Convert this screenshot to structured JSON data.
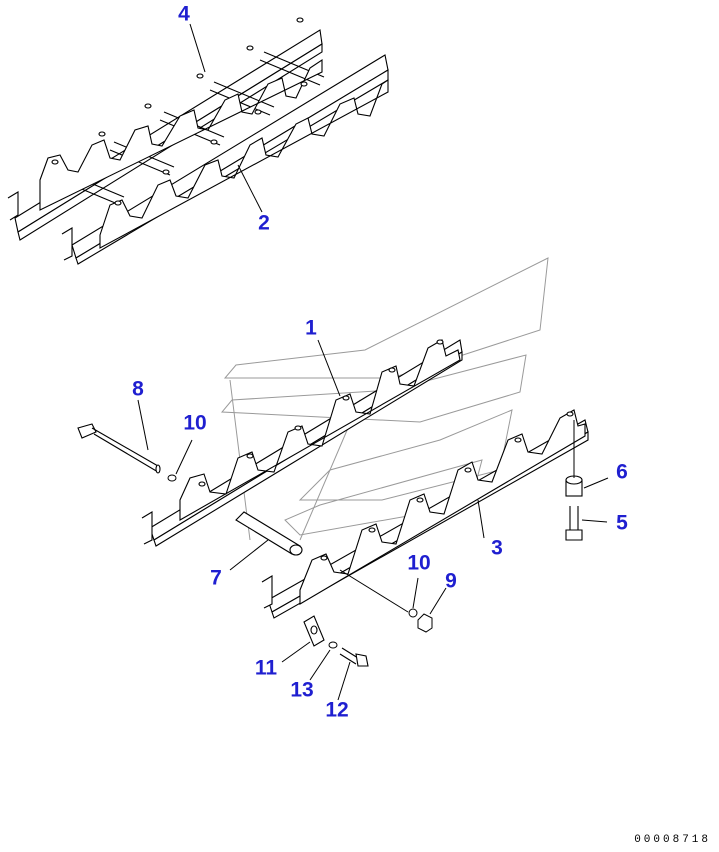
{
  "callouts": {
    "c1": "1",
    "c2": "2",
    "c3": "3",
    "c4": "4",
    "c5": "5",
    "c6": "6",
    "c7": "7",
    "c8": "8",
    "c9": "9",
    "c10a": "10",
    "c10b": "10",
    "c11": "11",
    "c12": "12",
    "c13": "13"
  },
  "drawing_number": "00008718",
  "colors": {
    "callout": "#1f1fd0",
    "line": "#000000",
    "watermark": "#9a9a9a"
  }
}
